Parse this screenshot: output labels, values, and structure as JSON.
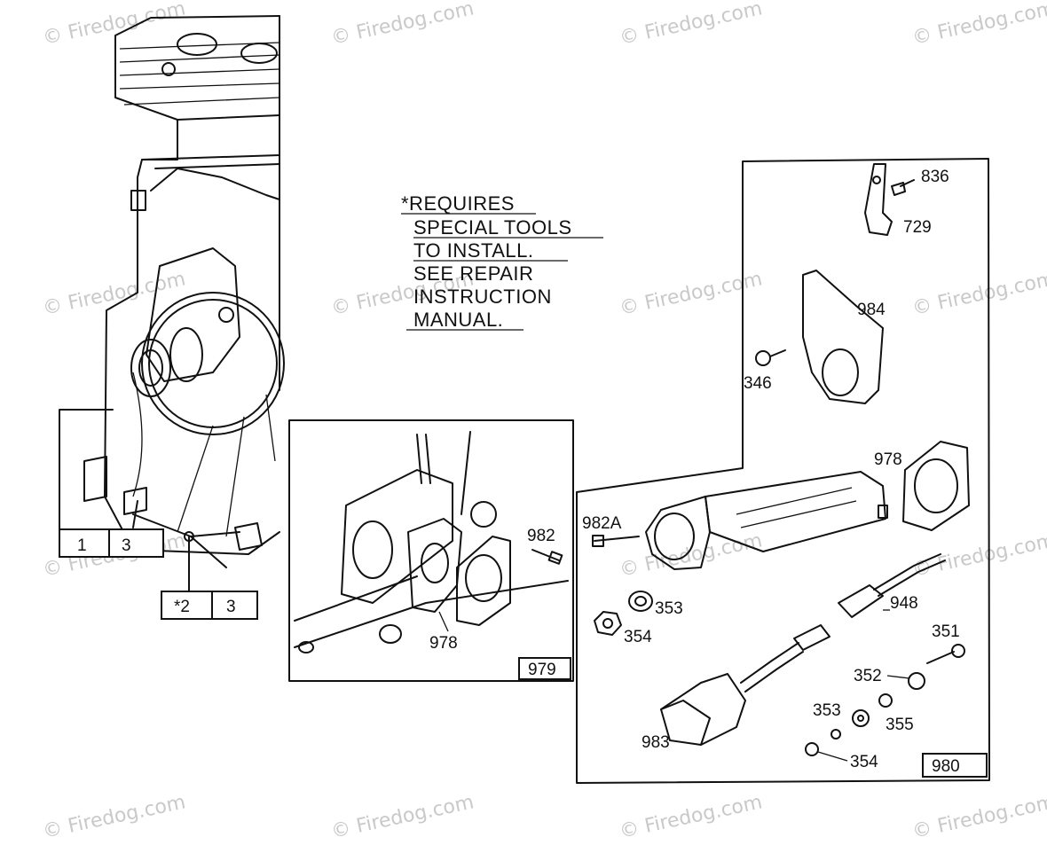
{
  "watermark": "© Firedog.com",
  "note": {
    "lines": [
      "*REQUIRES",
      "SPECIAL TOOLS",
      "TO INSTALL.",
      "SEE REPAIR",
      "INSTRUCTION",
      "MANUAL."
    ]
  },
  "left_refs": {
    "box1_a": "1",
    "box1_b": "3",
    "box2_a": "*2",
    "box2_b": "3"
  },
  "inset_979": {
    "id": "979",
    "labels": {
      "p982": "982",
      "p978": "978"
    }
  },
  "inset_980": {
    "id": "980",
    "labels": {
      "p836": "836",
      "p729": "729",
      "p984": "984",
      "p346": "346",
      "p978": "978",
      "p982a": "982A",
      "p353a": "353",
      "p354a": "354",
      "p948": "948",
      "p351": "351",
      "p352": "352",
      "p353b": "353",
      "p355": "355",
      "p983": "983",
      "p354b": "354"
    }
  }
}
